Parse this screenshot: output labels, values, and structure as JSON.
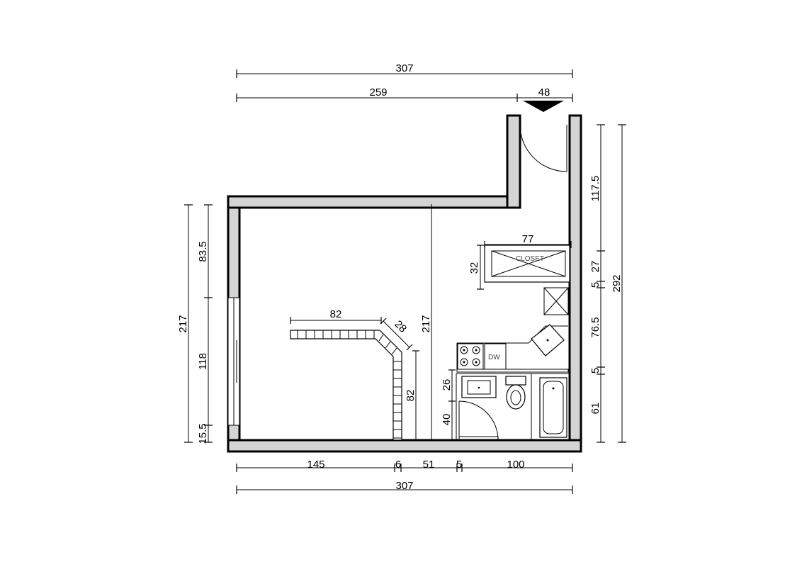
{
  "top_dims": {
    "overall": "307",
    "left": "259",
    "door": "48"
  },
  "bottom_dims": {
    "a": "145",
    "b": "6",
    "c": "51",
    "d": "5",
    "e": "100",
    "overall": "307"
  },
  "left_dims": {
    "overall": "217",
    "top": "83.5",
    "window": "118",
    "bottom": "15.5"
  },
  "right_dims": {
    "overall": "292",
    "a": "117.5",
    "b": "27",
    "c": "5",
    "d": "76.5",
    "e": "5",
    "f": "61"
  },
  "counter": {
    "top": "82",
    "corner": "28",
    "side": "82"
  },
  "interior": {
    "height": "217"
  },
  "closet": {
    "width": "77",
    "depth": "32",
    "label": "CLOSET"
  },
  "kitchen": {
    "dw_label": "DW"
  },
  "bath": {
    "a": "26",
    "b": "40"
  }
}
